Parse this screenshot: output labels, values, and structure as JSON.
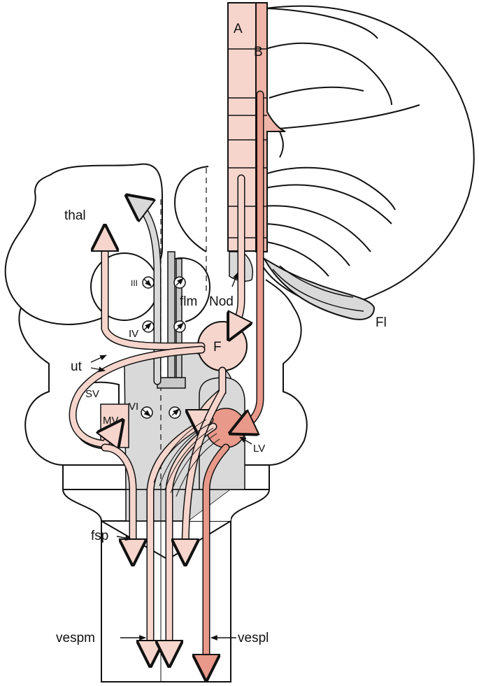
{
  "labels": {
    "a": "A",
    "b": "B",
    "thal": "thal",
    "iii": "III",
    "iv": "IV",
    "vi": "VI",
    "flm": "flm",
    "nod": "Nod",
    "fl": "Fl",
    "f": "F",
    "ut": "ut",
    "sv": "SV",
    "mv": "MV",
    "lv": "LV",
    "fsp": "fsp",
    "vespm": "vespm",
    "vespl": "vespl"
  },
  "colors": {
    "outline": "#111111",
    "pink_light": "#f6d5cc",
    "pink_mid": "#eeb5a8",
    "pink_dark": "#e8998a",
    "gray": "#d9d9d9",
    "gray_dark": "#c8c8c8"
  }
}
